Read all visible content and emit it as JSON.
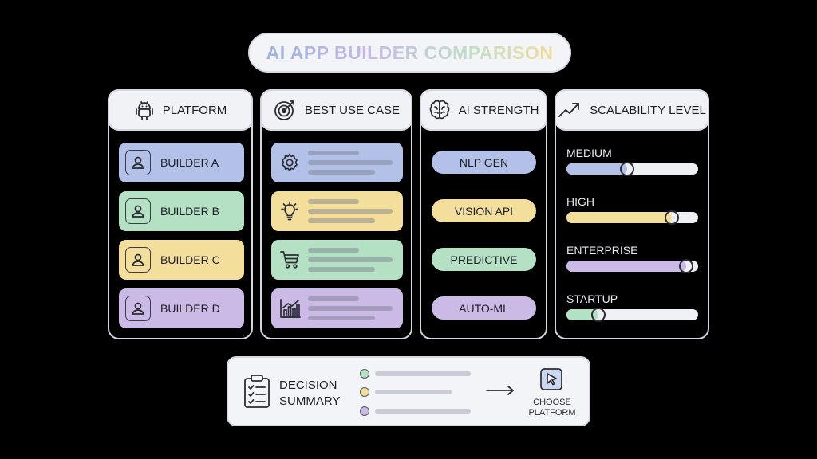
{
  "title": "AI APP BUILDER COMPARISON",
  "columns": {
    "platform": {
      "header": "PLATFORM",
      "icon": "android-icon",
      "items": [
        {
          "label": "BUILDER A",
          "color": "#b3c1e8"
        },
        {
          "label": "BUILDER B",
          "color": "#b4e0c4"
        },
        {
          "label": "BUILDER C",
          "color": "#f3de9c"
        },
        {
          "label": "BUILDER D",
          "color": "#cbb9e6"
        }
      ]
    },
    "use_case": {
      "header": "BEST USE CASE",
      "icon": "target-icon",
      "items": [
        {
          "icon": "gear-icon",
          "color": "#b3c1e8"
        },
        {
          "icon": "lightbulb-icon",
          "color": "#f3de9c"
        },
        {
          "icon": "cart-icon",
          "color": "#b4e0c4"
        },
        {
          "icon": "bar-chart-icon",
          "color": "#cbb9e6"
        }
      ]
    },
    "ai_strength": {
      "header": "AI STRENGTH",
      "icon": "brain-icon",
      "items": [
        {
          "label": "NLP GEN",
          "color": "#b3c1e8"
        },
        {
          "label": "VISION API",
          "color": "#f3de9c"
        },
        {
          "label": "PREDICTIVE",
          "color": "#b4e0c4"
        },
        {
          "label": "AUTO-ML",
          "color": "#cbb9e6"
        }
      ]
    },
    "scalability": {
      "header": "SCALABILITY LEVEL",
      "icon": "trend-up-icon",
      "items": [
        {
          "label": "MEDIUM",
          "level": 0.46,
          "color": "#b3c1e8"
        },
        {
          "label": "HIGH",
          "level": 0.8,
          "color": "#f3de9c"
        },
        {
          "label": "ENTERPRISE",
          "level": 0.91,
          "color": "#cbb9e6"
        },
        {
          "label": "STARTUP",
          "level": 0.24,
          "color": "#b4e0c4"
        }
      ]
    }
  },
  "summary": {
    "title_line1": "DECISION",
    "title_line2": "SUMMARY",
    "dots": [
      "#b4e0c4",
      "#f3de9c",
      "#cbb9e6"
    ],
    "cta_line1": "CHOOSE",
    "cta_line2": "PLATFORM"
  }
}
